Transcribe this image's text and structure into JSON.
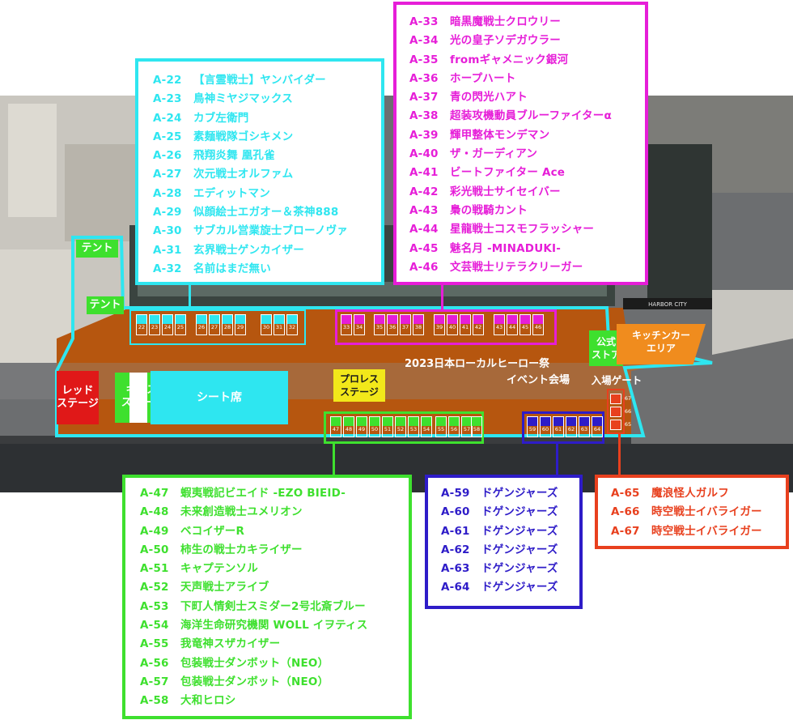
{
  "colors": {
    "cyan": "#2ee6f0",
    "magenta": "#e61ed8",
    "green": "#3ee02e",
    "blue": "#2e1cc8",
    "red": "#e8401e",
    "orange_area": "#e0661a",
    "red_stage": "#e01818",
    "yellow_stage": "#f2e81a",
    "kitchen": "#f08c1e"
  },
  "venue": {
    "title_line1": "2023日本ローカルヒーロー祭",
    "title_line2": "イベント会場",
    "tent1": "テント",
    "tent2": "テント",
    "red_stage": "レッド\nステージ",
    "kids_space": "キッズ\nスペース",
    "seats": "シート席",
    "prowrestling_stage": "プロレス\nステージ",
    "official_store": "公式\nストア",
    "entrance_gate": "入場ゲート",
    "kitchen_car": "キッチンカー\nエリア",
    "building_sign": "HARBOR CITY"
  },
  "groups": {
    "cyan": {
      "booths": [
        "22",
        "23",
        "24",
        "25",
        "26",
        "27",
        "28",
        "29",
        "30",
        "31",
        "32"
      ],
      "entries": [
        {
          "id": "A-22",
          "name": "【言霊戦士】ヤンバイダー"
        },
        {
          "id": "A-23",
          "name": "鳥神ミヤジマックス"
        },
        {
          "id": "A-24",
          "name": "カブ左衛門"
        },
        {
          "id": "A-25",
          "name": "素麺戦隊ゴシキメン"
        },
        {
          "id": "A-26",
          "name": "飛翔炎舞 凰孔雀"
        },
        {
          "id": "A-27",
          "name": "次元戦士オルファム"
        },
        {
          "id": "A-28",
          "name": "エディットマン"
        },
        {
          "id": "A-29",
          "name": "似顔絵士エガオー＆茶神888"
        },
        {
          "id": "A-30",
          "name": "サブカル営業旋士ブローノヴァ"
        },
        {
          "id": "A-31",
          "name": "玄界戦士ゲンカイザー"
        },
        {
          "id": "A-32",
          "name": "名前はまだ無い"
        }
      ]
    },
    "magenta": {
      "booths": [
        "33",
        "34",
        "35",
        "36",
        "37",
        "38",
        "39",
        "40",
        "41",
        "42",
        "43",
        "44",
        "45",
        "46"
      ],
      "entries": [
        {
          "id": "A-33",
          "name": "暗黒魔戦士クロウリー"
        },
        {
          "id": "A-34",
          "name": "光の皇子ソデガウラー"
        },
        {
          "id": "A-35",
          "name": "fromギャメニック銀河"
        },
        {
          "id": "A-36",
          "name": "ホープハート"
        },
        {
          "id": "A-37",
          "name": "青の閃光ハアト"
        },
        {
          "id": "A-38",
          "name": "超装攻機動員ブルーファイターα"
        },
        {
          "id": "A-39",
          "name": "輝甲整体モンデマン"
        },
        {
          "id": "A-40",
          "name": "ザ・ガーディアン"
        },
        {
          "id": "A-41",
          "name": "ビートファイター Ace"
        },
        {
          "id": "A-42",
          "name": "彩光戦士サイセイバー"
        },
        {
          "id": "A-43",
          "name": "梟の戦騎カント"
        },
        {
          "id": "A-44",
          "name": "星龍戦士コスモフラッシャー"
        },
        {
          "id": "A-45",
          "name": "魅名月 -MINADUKI-"
        },
        {
          "id": "A-46",
          "name": "文芸戦士リテラクリーガー"
        }
      ]
    },
    "green": {
      "booths": [
        "47",
        "48",
        "49",
        "50",
        "51",
        "52",
        "53",
        "54",
        "55",
        "56",
        "57",
        "58"
      ],
      "entries": [
        {
          "id": "A-47",
          "name": "蝦夷戦記ビエイド -EZO BIEID-"
        },
        {
          "id": "A-48",
          "name": "未来創造戦士ユメリオン"
        },
        {
          "id": "A-49",
          "name": "ベコイザーR"
        },
        {
          "id": "A-50",
          "name": "柿生の戦士カキライザー"
        },
        {
          "id": "A-51",
          "name": "キャプテンソル"
        },
        {
          "id": "A-52",
          "name": "天声戦士アライブ"
        },
        {
          "id": "A-53",
          "name": "下町人情剣士スミダー2号北斎ブルー"
        },
        {
          "id": "A-54",
          "name": "海洋生命研究機関 WOLL イヲティス"
        },
        {
          "id": "A-55",
          "name": "我竜神スザカイザー"
        },
        {
          "id": "A-56",
          "name": "包装戦士ダンボット（NEO）"
        },
        {
          "id": "A-57",
          "name": "包装戦士ダンボット（NEO）"
        },
        {
          "id": "A-58",
          "name": "大和ヒロシ"
        }
      ]
    },
    "blue": {
      "booths": [
        "59",
        "60",
        "61",
        "62",
        "63",
        "64"
      ],
      "entries": [
        {
          "id": "A-59",
          "name": "ドゲンジャーズ"
        },
        {
          "id": "A-60",
          "name": "ドゲンジャーズ"
        },
        {
          "id": "A-61",
          "name": "ドゲンジャーズ"
        },
        {
          "id": "A-62",
          "name": "ドゲンジャーズ"
        },
        {
          "id": "A-63",
          "name": "ドゲンジャーズ"
        },
        {
          "id": "A-64",
          "name": "ドゲンジャーズ"
        }
      ]
    },
    "red": {
      "booths": [
        "67",
        "66",
        "65"
      ],
      "entries": [
        {
          "id": "A-65",
          "name": "魔浪怪人ガルフ"
        },
        {
          "id": "A-66",
          "name": "時空戦士イバライガー"
        },
        {
          "id": "A-67",
          "name": "時空戦士イバライガー"
        }
      ]
    }
  }
}
